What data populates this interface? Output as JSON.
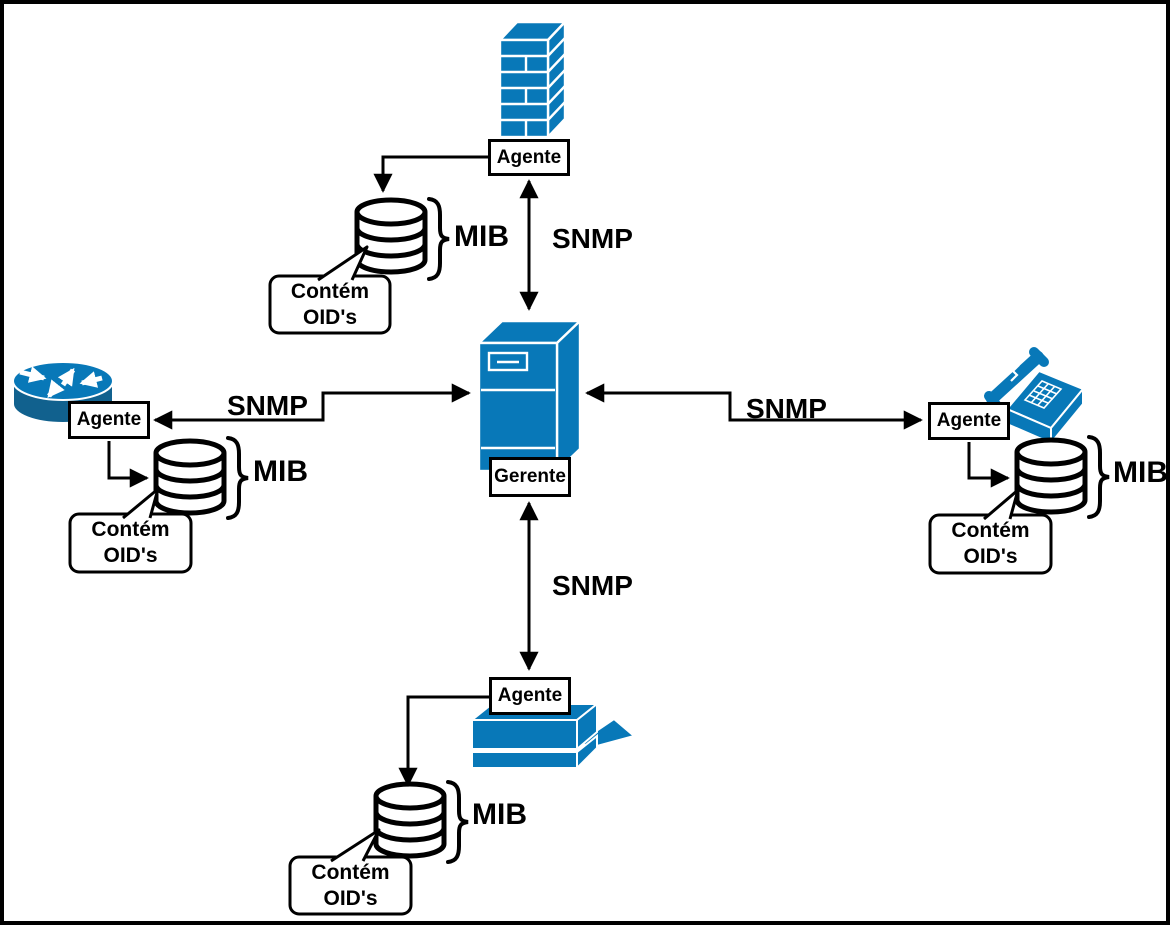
{
  "diagram": {
    "description": "SNMP management architecture diagram",
    "colors": {
      "device_fill": "#0878B8",
      "device_fill_dark": "#11618E",
      "outline": "#000000",
      "background": "#FFFFFF"
    },
    "manager": {
      "device": "server",
      "label": "Gerente"
    },
    "protocol": "SNMP",
    "branches": [
      {
        "position": "top",
        "device": "firewall",
        "agent_label": "Agente",
        "snmp_label": "SNMP",
        "mib_label": "MIB",
        "callout_line1": "Contém",
        "callout_line2": "OID's"
      },
      {
        "position": "left",
        "device": "router",
        "agent_label": "Agente",
        "snmp_label": "SNMP",
        "mib_label": "MIB",
        "callout_line1": "Contém",
        "callout_line2": "OID's"
      },
      {
        "position": "right",
        "device": "telephone",
        "agent_label": "Agente",
        "snmp_label": "SNMP",
        "mib_label": "MIB",
        "callout_line1": "Contém",
        "callout_line2": "OID's"
      },
      {
        "position": "bottom",
        "device": "printer",
        "agent_label": "Agente",
        "snmp_label": "SNMP",
        "mib_label": "MIB",
        "callout_line1": "Contém",
        "callout_line2": "OID's"
      }
    ]
  }
}
